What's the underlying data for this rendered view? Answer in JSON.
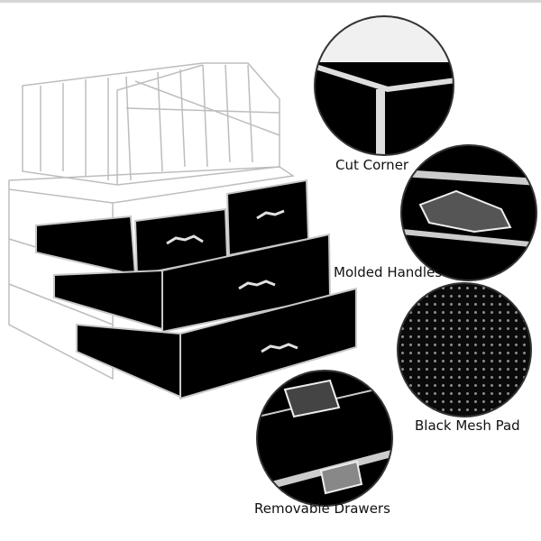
{
  "product": {
    "name": "acrylic-makeup-organizer",
    "features": [
      {
        "label": "Cut Corner",
        "icon": "cut-corner-closeup"
      },
      {
        "label": "Molded Handles",
        "icon": "molded-handle-closeup"
      },
      {
        "label": "Black Mesh Pad",
        "icon": "mesh-pad-closeup"
      },
      {
        "label": "Removable Drawers",
        "icon": "removable-drawer-closeup"
      }
    ]
  },
  "colors": {
    "background": "#ffffff",
    "pad": "#000000",
    "acrylic": "#e8e8e8",
    "text": "#111111"
  }
}
